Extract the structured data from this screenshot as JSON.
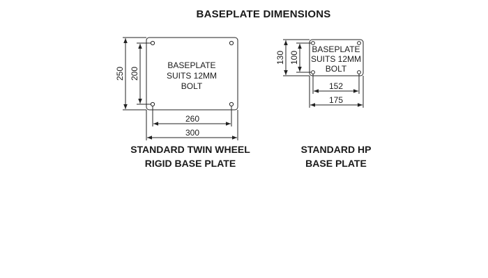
{
  "title": "BASEPLATE DIMENSIONS",
  "plates": [
    {
      "label_lines": [
        "BASEPLATE",
        "SUITS 12MM",
        "BOLT"
      ],
      "outer_height": "250",
      "hole_height": "200",
      "hole_width": "260",
      "outer_width": "300",
      "caption_lines": [
        "STANDARD TWIN WHEEL",
        "RIGID BASE PLATE"
      ]
    },
    {
      "label_lines": [
        "BASEPLATE",
        "SUITS 12MM",
        "BOLT"
      ],
      "outer_height": "130",
      "hole_height": "100",
      "hole_width": "152",
      "outer_width": "175",
      "caption_lines": [
        "STANDARD HP",
        "BASE PLATE"
      ]
    }
  ]
}
